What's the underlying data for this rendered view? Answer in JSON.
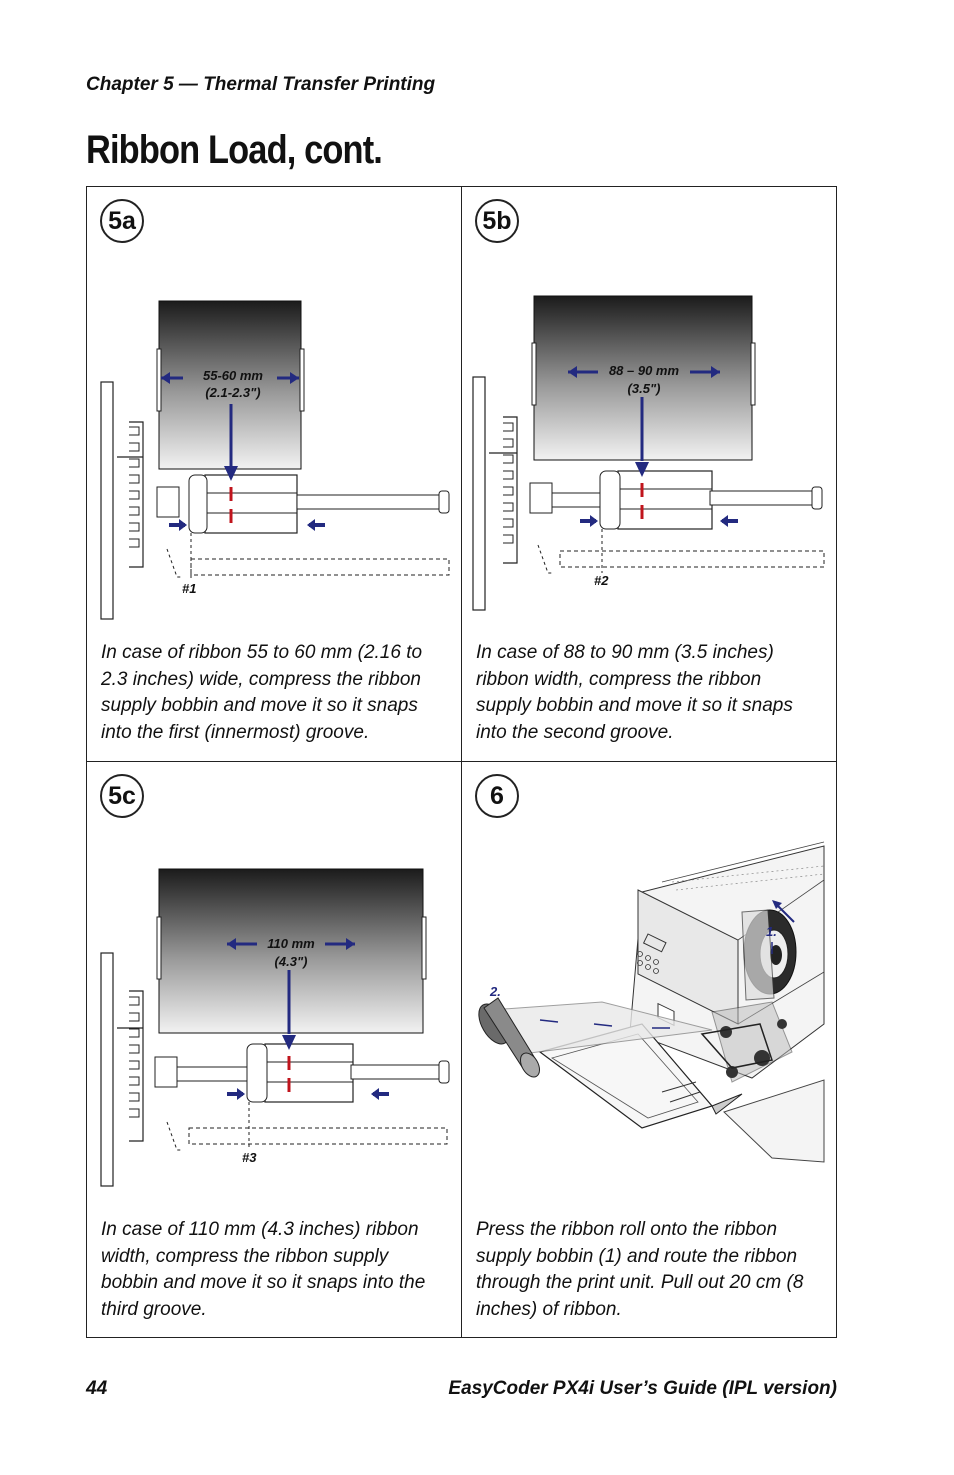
{
  "header": {
    "chapter": "Chapter 5 — Thermal Transfer Printing"
  },
  "page_title": "Ribbon Load, cont.",
  "steps": [
    {
      "label": "5a",
      "measure_mm": "55-60 mm",
      "measure_in": "(2.1-2.3\")",
      "groove": "#1",
      "caption": "In case of ribbon 55 to 60 mm (2.16 to 2.3 inches) wide, compress the ribbon supply bobbin and move it so it snaps into the first (innermost) groove."
    },
    {
      "label": "5b",
      "measure_mm": "88 – 90 mm",
      "measure_in": "(3.5\")",
      "groove": "#2",
      "caption": "In case of 88 to 90 mm (3.5 inches) ribbon width, compress the ribbon supply bobbin and move it so it snaps into the second groove."
    },
    {
      "label": "5c",
      "measure_mm": "110 mm",
      "measure_in": "(4.3\")",
      "groove": "#3",
      "caption": "In case of 110 mm (4.3 inches) ribbon width, compress the ribbon supply bobbin and move it so it snaps into the third groove."
    },
    {
      "label": "6",
      "callout_1": "1.",
      "callout_2": "2.",
      "caption": "Press the ribbon roll onto the ribbon supply bobbin (1) and route the ribbon through the print unit. Pull out 20 cm (8 inches) of ribbon."
    }
  ],
  "colors": {
    "arrow": "#232a80",
    "groove_mark": "#c0141c",
    "roll_dark": "#222222"
  },
  "footer": {
    "page_number": "44",
    "guide_title": "EasyCoder PX4i User’s Guide (IPL version)"
  }
}
